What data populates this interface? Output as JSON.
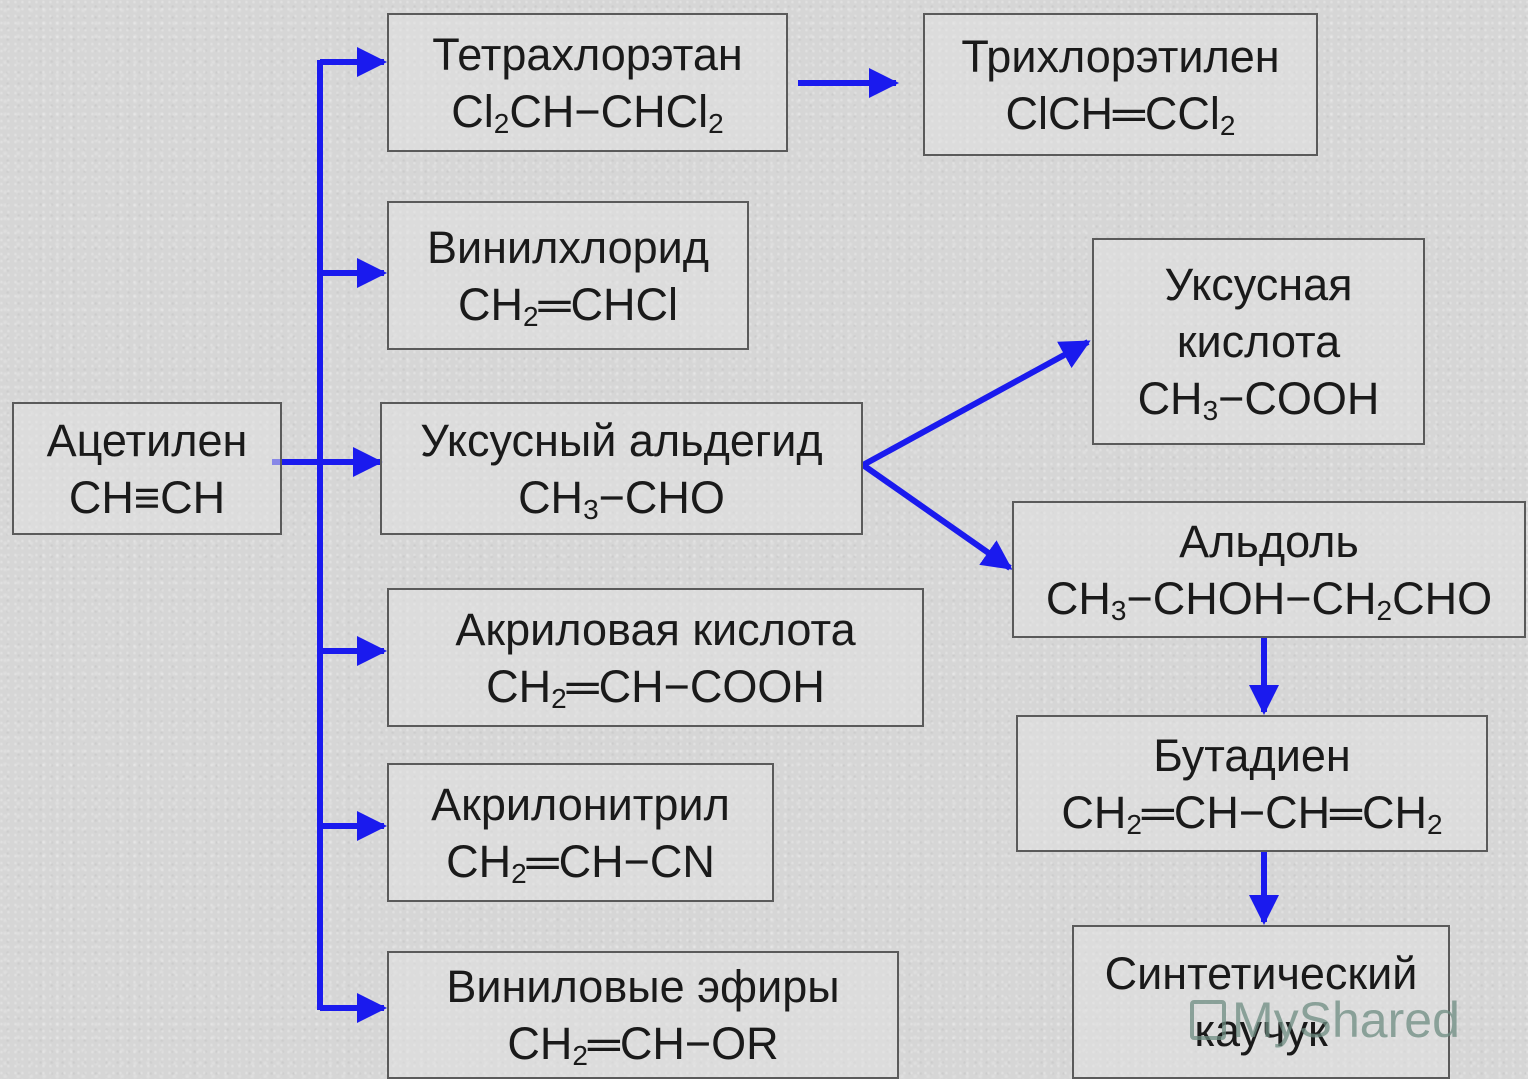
{
  "diagram": {
    "arrow_color": "#1a1aee",
    "nodes": {
      "acetylene": {
        "name": "Ацетилен",
        "formula": "CH≡CH"
      },
      "tetrachloroethane": {
        "name": "Тетрахлорэтан",
        "formula_html": "Cl<sub>2</sub>CH−CHCl<sub>2</sub>"
      },
      "trichloroethylene": {
        "name": "Трихлорэтилен",
        "formula_html": "ClCH═CCl<sub>2</sub>"
      },
      "vinyl_chloride": {
        "name": "Винилхлорид",
        "formula_html": "CH<sub>2</sub>═CHCl"
      },
      "acetaldehyde": {
        "name": "Уксусный альдегид",
        "formula_html": "CH<sub>3</sub>−CHO"
      },
      "acetic_acid": {
        "name_line1": "Уксусная",
        "name_line2": "кислота",
        "formula_html": "CH<sub>3</sub>−COOH"
      },
      "aldol": {
        "name": "Альдоль",
        "formula_html": "CH<sub>3</sub>−CHOH−CH<sub>2</sub>CHO"
      },
      "acrylic_acid": {
        "name": "Акриловая кислота",
        "formula_html": "CH<sub>2</sub>═CH−COOH"
      },
      "butadiene": {
        "name": "Бутадиен",
        "formula_html": "CH<sub>2</sub>═CH−CH═CH<sub>2</sub>"
      },
      "acrylonitrile": {
        "name": "Акрилонитрил",
        "formula_html": "CH<sub>2</sub>═CH−CN"
      },
      "vinyl_ethers": {
        "name": "Виниловые эфиры",
        "formula_html": "CH<sub>2</sub>═CH−OR"
      },
      "synthetic_rubber": {
        "name_line1": "Синтетический",
        "name_line2": "каучук"
      }
    }
  },
  "watermark": {
    "text": "MyShared"
  }
}
